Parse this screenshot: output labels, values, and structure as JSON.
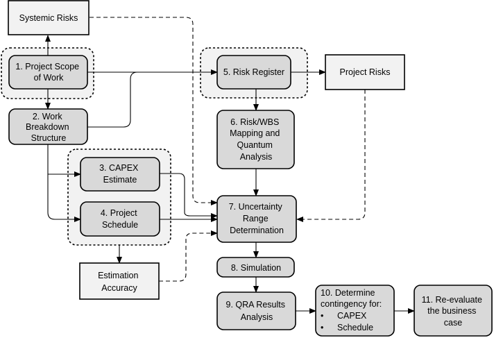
{
  "nodes": {
    "systemic_risks": [
      "Systemic Risks"
    ],
    "scope": [
      "1. Project Scope",
      "of Work"
    ],
    "wbs": [
      "2. Work",
      "Breakdown",
      "Structure"
    ],
    "capex": [
      "3. CAPEX",
      "Estimate"
    ],
    "schedule": [
      "4. Project",
      "Schedule"
    ],
    "risk_register": [
      "5. Risk Register"
    ],
    "project_risks": [
      "Project Risks"
    ],
    "mapping": [
      "6. Risk/WBS",
      "Mapping and",
      "Quantum",
      "Analysis"
    ],
    "uncertainty": [
      "7. Uncertainty",
      "Range",
      "Determination"
    ],
    "simulation": [
      "8. Simulation"
    ],
    "qra": [
      "9. QRA Results",
      "Analysis"
    ],
    "contingency": [
      "10. Determine",
      "contingency for:",
      "CAPEX",
      "Schedule"
    ],
    "reevaluate": [
      "11. Re-evaluate",
      "the business",
      "case"
    ],
    "estimation_accuracy": [
      "Estimation",
      "Accuracy"
    ]
  },
  "bullet_glyph": "•"
}
